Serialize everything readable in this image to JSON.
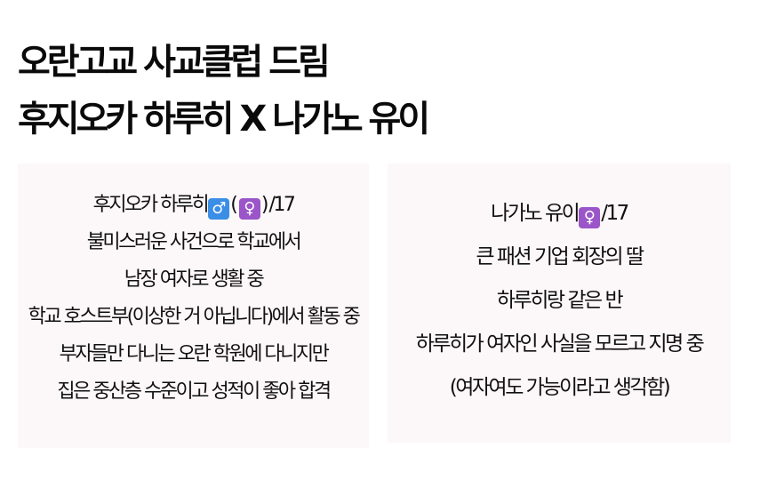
{
  "title": {
    "line1": "오란고교 사교클럽 드림",
    "line2": "후지오카 하루히 X 나가노 유이"
  },
  "colors": {
    "male_symbol_bg": "#3a8ee6",
    "female_symbol_bg": "#9a55c9",
    "card_bg": "#fcf7f8"
  },
  "left_card": {
    "name": "후지오카 하루히",
    "male_symbol": "♂",
    "open_paren": "(",
    "female_symbol": "♀",
    "close_paren": ")",
    "age": "/17",
    "lines": [
      "불미스러운 사건으로 학교에서",
      "남장 여자로 생활 중",
      "학교 호스트부(이상한 거 아닙니다)에서 활동 중",
      "부자들만 다니는 오란 학원에 다니지만",
      "집은 중산층 수준이고 성적이 좋아 합격"
    ]
  },
  "right_card": {
    "name": "나가노 유이",
    "female_symbol": "♀",
    "age": "/17",
    "lines": [
      "큰 패션 기업 회장의 딸",
      "하루히랑 같은 반",
      "하루히가 여자인 사실을 모르고 지명 중",
      "(여자여도 가능이라고 생각함)"
    ]
  }
}
